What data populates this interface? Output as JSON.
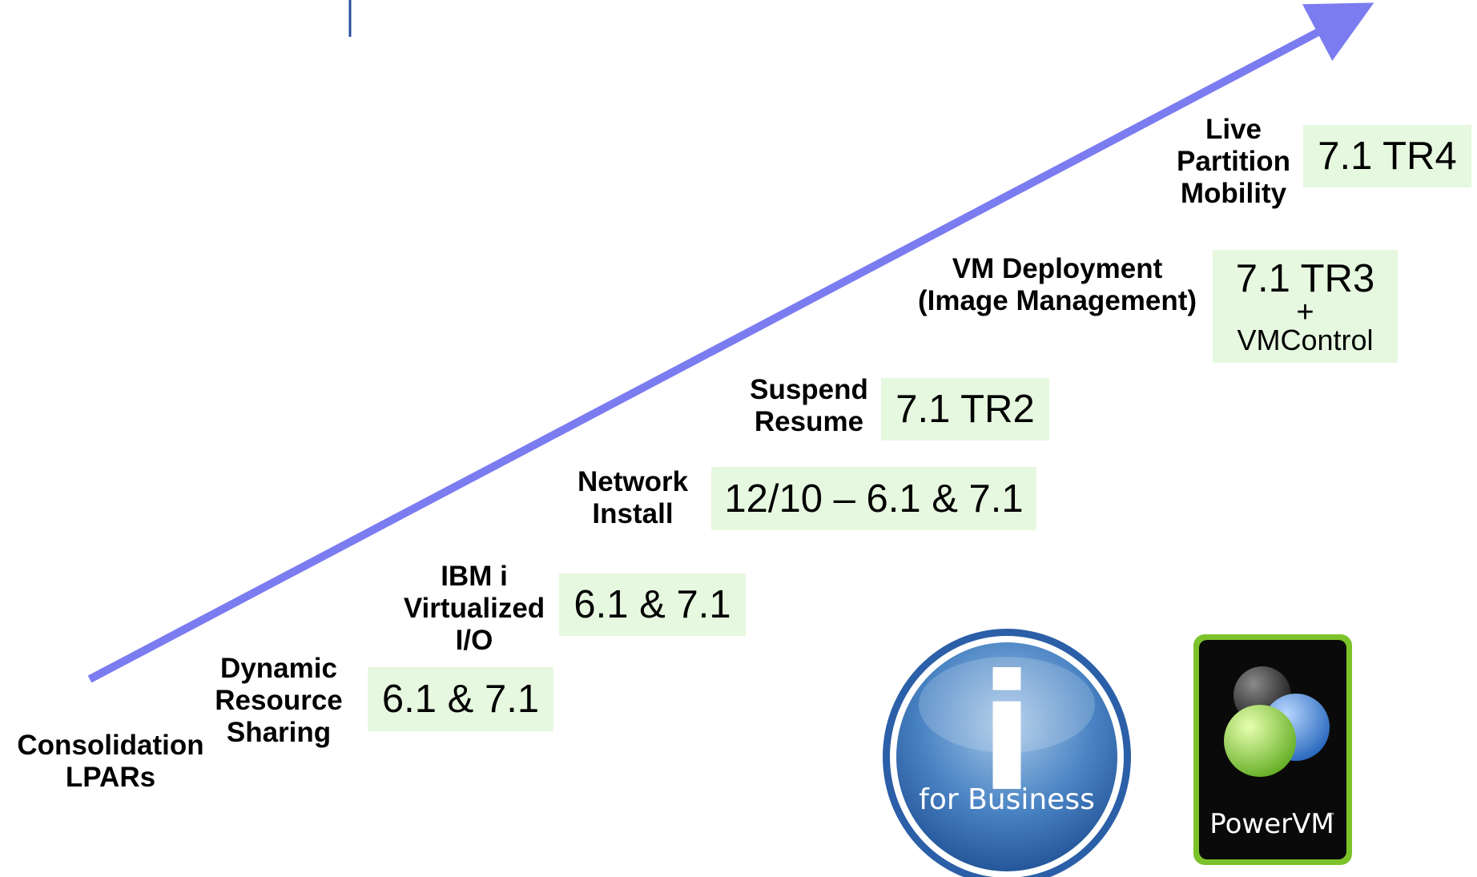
{
  "steps": [
    {
      "label": [
        "Consolidation",
        "LPARs"
      ],
      "version": ""
    },
    {
      "label": [
        "Dynamic",
        "Resource",
        "Sharing"
      ],
      "version": "6.1 & 7.1"
    },
    {
      "label": [
        "IBM i",
        "Virtualized",
        "I/O"
      ],
      "version": "6.1 & 7.1"
    },
    {
      "label": [
        "Network",
        "Install"
      ],
      "version": "12/10 – 6.1 & 7.1"
    },
    {
      "label": [
        "Suspend",
        "Resume"
      ],
      "version": "7.1 TR2"
    },
    {
      "label": [
        "VM Deployment",
        "(Image Management)"
      ],
      "version": "7.1 TR3",
      "version_plus": "+",
      "version_extra": "VMControl"
    },
    {
      "label": [
        "Live",
        "Partition",
        "Mobility"
      ],
      "version": "7.1 TR4"
    }
  ],
  "logos": {
    "ibm_i": {
      "glyph": "i",
      "text": "for Business"
    },
    "powervm": {
      "text": "PowerVM",
      "mark": "™"
    }
  },
  "colors": {
    "arrow": "#7b7cf0",
    "version_box": "#e6f8df",
    "accent_line": "#2a4fa0"
  }
}
